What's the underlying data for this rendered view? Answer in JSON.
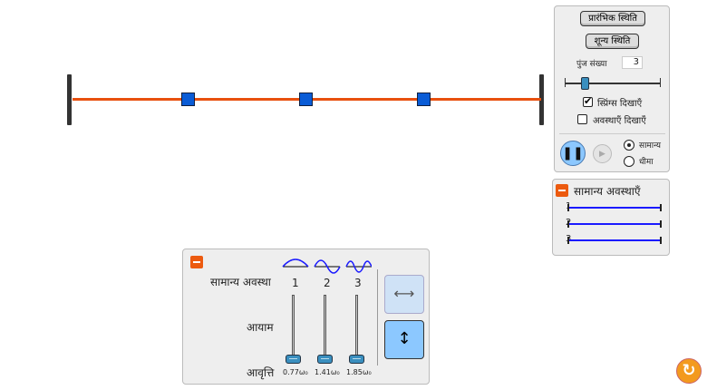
{
  "controls": {
    "initial_positions": "प्रारंभिक स्थिति",
    "zero_positions": "शून्य स्थिति",
    "masses_label": "पुंज संख्या",
    "masses_value": "3",
    "masses_slider": {
      "min": 1,
      "max": 10,
      "value": 3
    },
    "show_springs": "स्प्रिंग्स दिखाएँ",
    "show_springs_checked": true,
    "show_phases": "अवस्थाएँ दिखाएँ",
    "show_phases_checked": false,
    "speed_normal": "सामान्य",
    "speed_slow": "धीमा",
    "speed_selected": "normal"
  },
  "normal_modes_panel": {
    "title": "सामान्य अवस्थाएँ",
    "modes": [
      "1",
      "2",
      "3"
    ]
  },
  "mode_panel": {
    "normal_mode_label": "सामान्य अवस्था",
    "amplitude_label": "आयाम",
    "frequency_label": "आवृत्ति",
    "modes": [
      {
        "n": "1",
        "freq": "0.77ω₀",
        "amplitude": 0
      },
      {
        "n": "2",
        "freq": "1.41ω₀",
        "amplitude": 0
      },
      {
        "n": "3",
        "freq": "1.85ω₀",
        "amplitude": 0
      }
    ],
    "polarization": "vertical"
  },
  "colors": {
    "spring": "#e8500e",
    "mass": "#0a5cd6",
    "accent": "#ec5a0f"
  }
}
